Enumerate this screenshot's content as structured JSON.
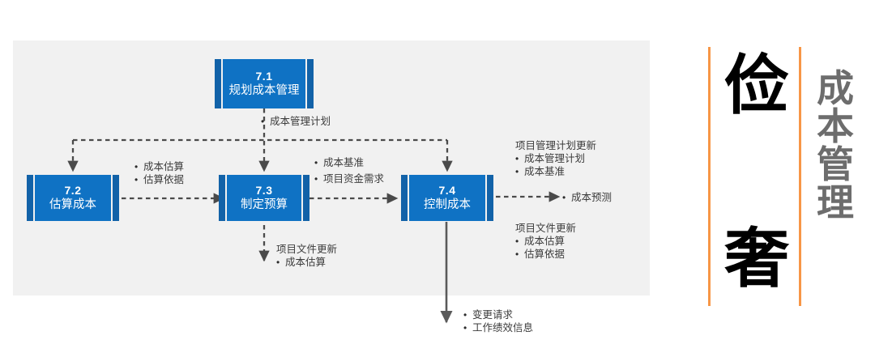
{
  "diagram": {
    "title_panel": {
      "glyph_top": "俭",
      "glyph_bottom": "奢",
      "vertical_title_chars": [
        "成",
        "本",
        "管",
        "理"
      ],
      "accent_color": "#f79646",
      "title_color": "#6d6d6d"
    },
    "panel_background": "#f1f1f1",
    "box_fill": "#0f72c4",
    "box_edge": "#1262a8",
    "boxes": [
      {
        "id": "7.1",
        "number": "7.1",
        "name": "规划成本管理"
      },
      {
        "id": "7.2",
        "number": "7.2",
        "name": "估算成本"
      },
      {
        "id": "7.3",
        "number": "7.3",
        "name": "制定预算"
      },
      {
        "id": "7.4",
        "number": "7.4",
        "name": "控制成本"
      }
    ],
    "labels": {
      "plan_output": {
        "items": [
          "成本管理计划"
        ]
      },
      "estimate_output": {
        "items": [
          "成本估算",
          "估算依据"
        ]
      },
      "budget_output": {
        "items": [
          "成本基准",
          "项目资金需求"
        ]
      },
      "control_forecast": {
        "items": [
          "成本预测"
        ]
      },
      "budget_docs_update": {
        "header": "项目文件更新",
        "items": [
          "成本估算"
        ]
      },
      "pm_plan_update": {
        "header": "项目管理计划更新",
        "items": [
          "成本管理计划",
          "成本基准"
        ]
      },
      "control_docs_update": {
        "header": "项目文件更新",
        "items": [
          "成本估算",
          "估算依据"
        ]
      },
      "control_bottom": {
        "items": [
          "变更请求",
          "工作绩效信息"
        ]
      }
    }
  }
}
